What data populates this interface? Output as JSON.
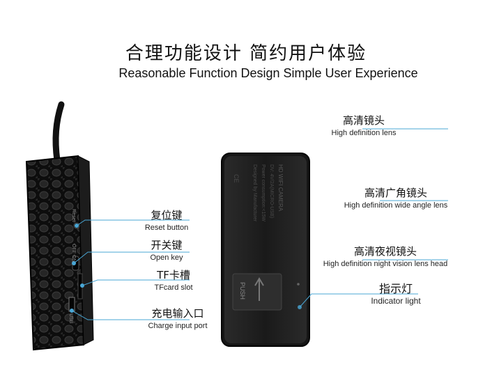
{
  "heading": {
    "cn": "合理功能设计 简约用户体验",
    "en": "Reasonable Function Design Simple User Experience"
  },
  "left_callouts": [
    {
      "cn": "复位键",
      "en": "Reset button"
    },
    {
      "cn": "开关键",
      "en": "Open key"
    },
    {
      "cn": "TF卡槽",
      "en": "TFcard slot"
    },
    {
      "cn": "充电输入口",
      "en": "Charge input port"
    }
  ],
  "right_callouts": [
    {
      "cn": "高清镜头",
      "en": "High definition lens"
    },
    {
      "cn": "高清广角镜头",
      "en": "High definition wide angle lens"
    },
    {
      "cn": "高清夜视镜头",
      "en": "High definition night vision lens head"
    },
    {
      "cn": "指示灯",
      "en": "Indicator light"
    }
  ],
  "device_side_text": {
    "reset": "Reset",
    "off_on": "OFF ON",
    "usb": "USB"
  },
  "device_back_text": {
    "model": "HD WIFI CAMERA",
    "line1": "DV: 4V/2A(MICRO-USB)",
    "line2": "Power consumption:<15W",
    "line3": "Designed by Manufacturer",
    "push": "PUSH"
  },
  "colors": {
    "callout_line": "#4aa7d6",
    "device": "#151515"
  }
}
